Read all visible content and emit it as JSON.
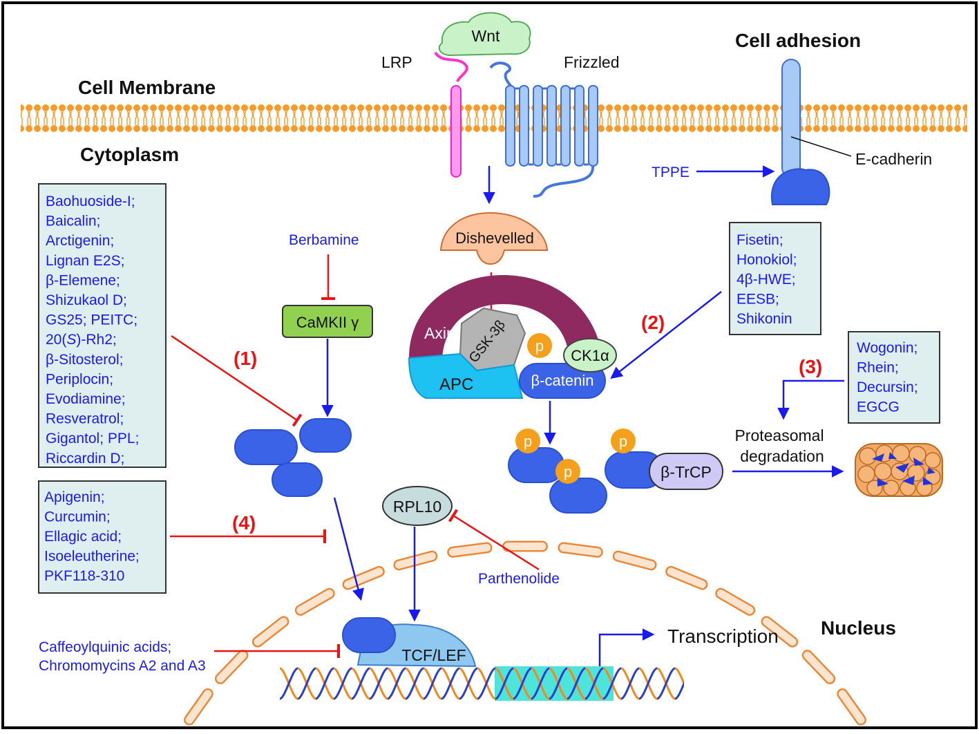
{
  "title_labels": {
    "cell_membrane": "Cell Membrane",
    "cytoplasm": "Cytoplasm",
    "cell_adhesion": "Cell adhesion",
    "nucleus": "Nucleus",
    "transcription": "Transcription"
  },
  "receptors": {
    "wnt": "Wnt",
    "lrp": "LRP",
    "frizzled": "Frizzled",
    "e_cadherin": "E-cadherin"
  },
  "proteins": {
    "dishevelled": "Dishevelled",
    "axin": "Axin",
    "gsk3b": "GSK-3β",
    "apc": "APC",
    "ck1a": "CK1α",
    "beta_catenin": "β-catenin",
    "beta_trcp": "β-TrCP",
    "camkii": "CaMKII γ",
    "rpl10": "RPL10",
    "tcf_lef": "TCF/LEF",
    "p": "p",
    "proteasomal_line1": "Proteasomal",
    "proteasomal_line2": "degradation"
  },
  "pathway_numbers": {
    "n1": "(1)",
    "n2": "(2)",
    "n3": "(3)",
    "n4": "(4)"
  },
  "compounds": {
    "berbamine": "Berbamine",
    "tppe": "TPPE",
    "parthenolide": "Parthenolide",
    "caffeoyl": [
      "Caffeoylquinic acids;",
      "Chromomycins A2 and A3"
    ],
    "box1": [
      "Baohuoside-I;",
      "Baicalin;",
      "Arctigenin;",
      "Lignan E2S;",
      "β-Elemene;",
      "Shizukaol D;",
      "GS25; PEITC;",
      "β-Sitosterol;",
      "Periplocin;",
      "Evodiamine;",
      "Resveratrol;",
      "Gigantol; PPL;",
      "Riccardin D;"
    ],
    "box1_rh2": {
      "pre": "20(",
      "italic": "S",
      "post": ")-Rh2;"
    },
    "box2": [
      "Fisetin;",
      "Honokiol;",
      "4β-HWE;",
      "EESB;",
      "Shikonin"
    ],
    "box3": [
      "Wogonin;",
      "Rhein;",
      "Decursin;",
      "EGCG"
    ],
    "box4": [
      "Apigenin;",
      "Curcumin;",
      "Ellagic acid;",
      "Isoeleutherine;",
      "PKF118-310"
    ]
  },
  "colors": {
    "activation": "#1a1aee",
    "inhibition": "#ee1111",
    "membrane": "#f79a2a",
    "beta_catenin": "#3a63e8",
    "compound_box": "#dfeeee"
  }
}
